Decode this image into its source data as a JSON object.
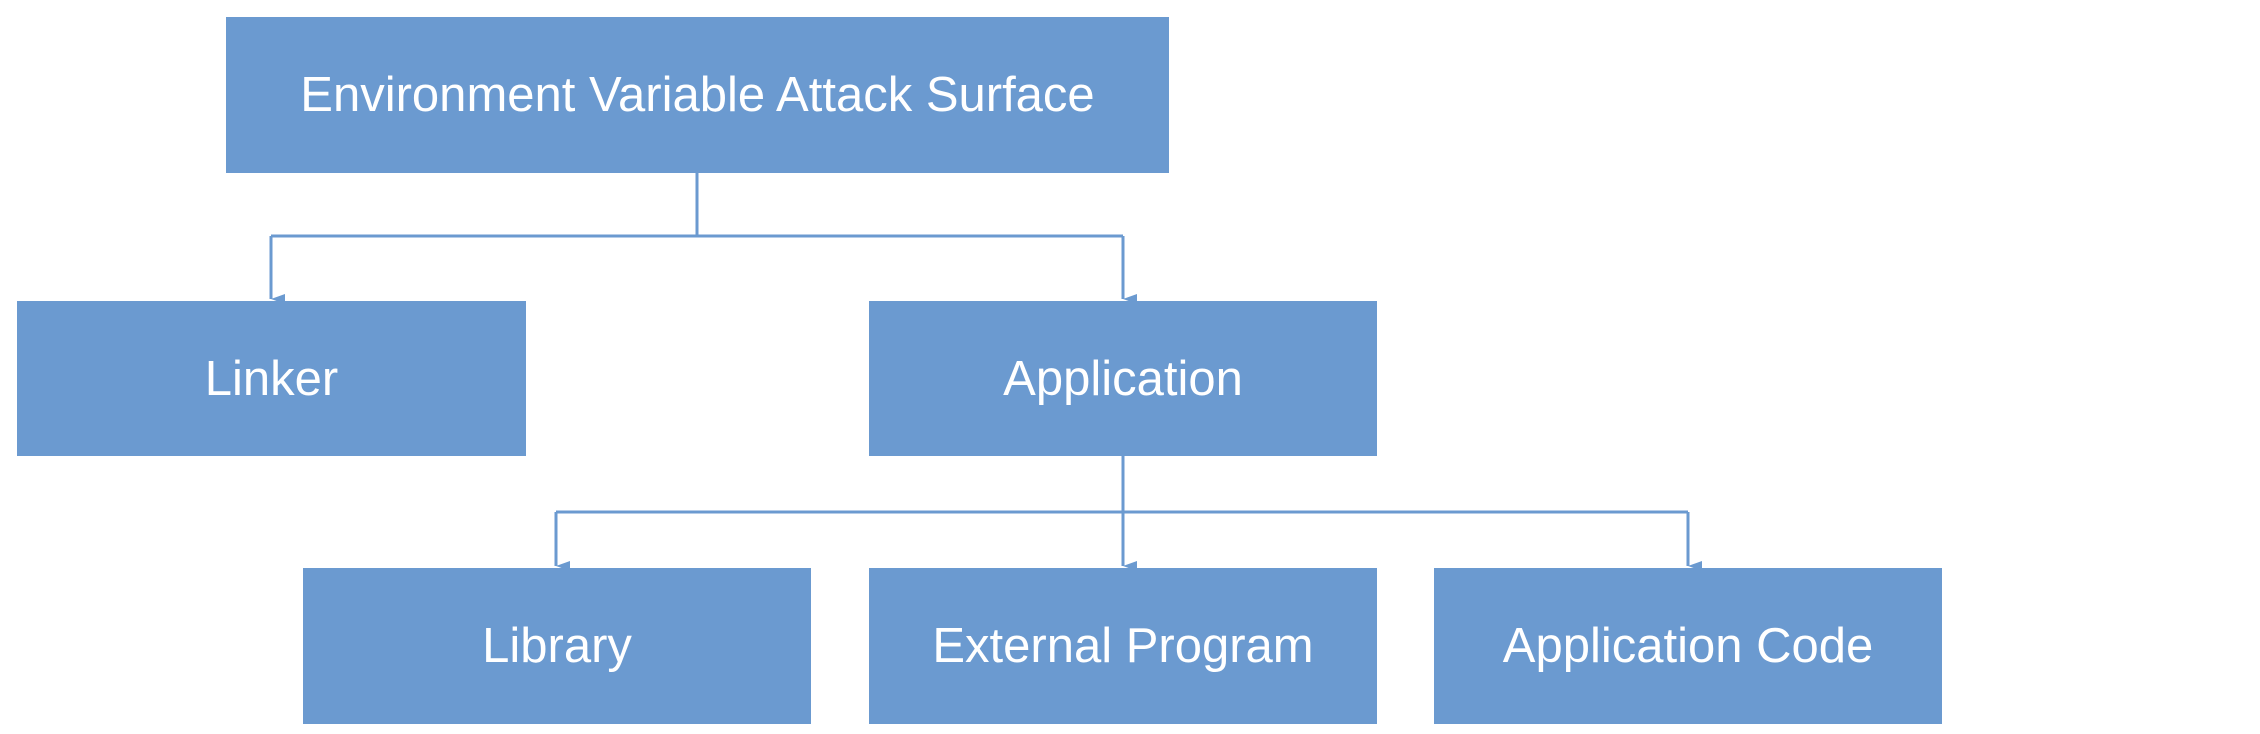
{
  "diagram": {
    "title": "Environment Variable Attack Surface",
    "colors": {
      "node_fill": "#6b9ad0",
      "node_text": "#ffffff",
      "connector": "#6b9ad0"
    },
    "nodes": {
      "root": "Environment Variable Attack Surface",
      "linker": "Linker",
      "application": "Application",
      "library": "Library",
      "external_program": "External Program",
      "application_code": "Application Code"
    },
    "edges": [
      [
        "root",
        "linker"
      ],
      [
        "root",
        "application"
      ],
      [
        "application",
        "library"
      ],
      [
        "application",
        "external_program"
      ],
      [
        "application",
        "application_code"
      ]
    ]
  }
}
